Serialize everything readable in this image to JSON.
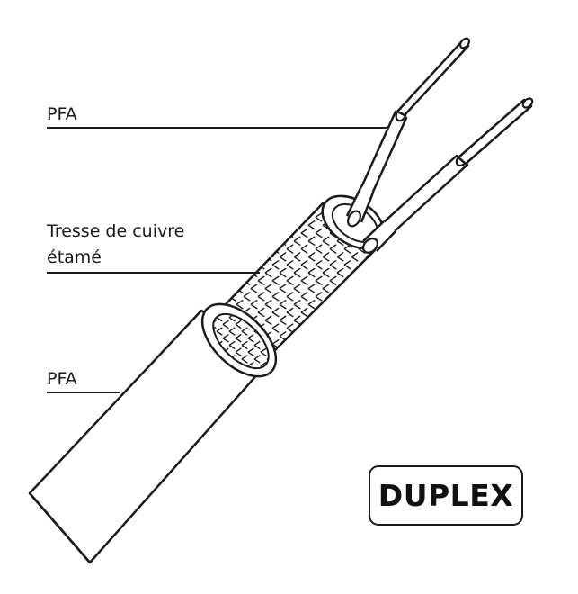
{
  "labels": {
    "outer_jacket": "PFA",
    "braid_line1": "Tresse de cuivre",
    "braid_line2": "étamé",
    "conductor_insulation": "PFA"
  },
  "badge": {
    "text": "DUPLEX"
  },
  "colors": {
    "stroke": "#1a1a1a",
    "fill": "#ffffff",
    "braid_shade": "#e6e6e6"
  }
}
